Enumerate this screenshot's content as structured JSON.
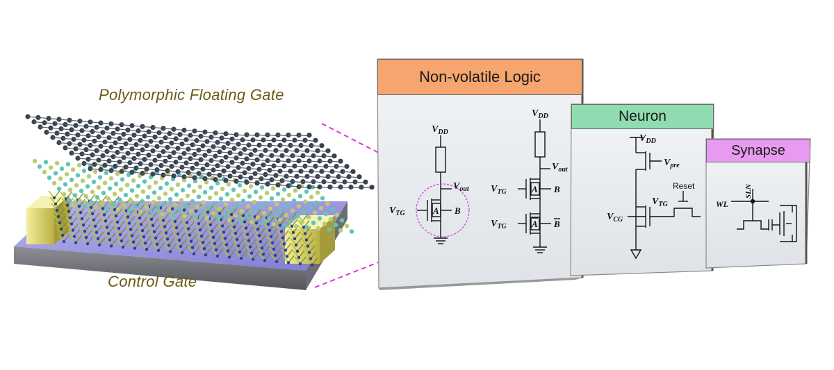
{
  "device": {
    "top_label": "Polymorphic Floating Gate",
    "bottom_label": "Control Gate"
  },
  "panels": {
    "logic": {
      "title": "Non-volatile Logic",
      "header_color": "#f6a56e"
    },
    "neuron": {
      "title": "Neuron",
      "header_color": "#8fdcb0"
    },
    "synapse": {
      "title": "Synapse",
      "header_color": "#e79af0"
    }
  },
  "circuit_labels": {
    "vdd": "V",
    "vdd_sub": "DD",
    "vout_sub": "out",
    "vtg_sub": "TG",
    "vpre_sub": "pre",
    "vcg_sub": "CG",
    "a": "A",
    "b": "B",
    "a_bar": "A",
    "b_bar": "B",
    "reset": "Reset",
    "wl": "WL",
    "sln": "SLN"
  },
  "colors": {
    "dashed_link": "#d63ad6",
    "substrate": "#8a86d6",
    "electrode": "#d9d27a",
    "molecule_dark": "#3a4250",
    "molecule_teal": "#5fc6b7"
  }
}
